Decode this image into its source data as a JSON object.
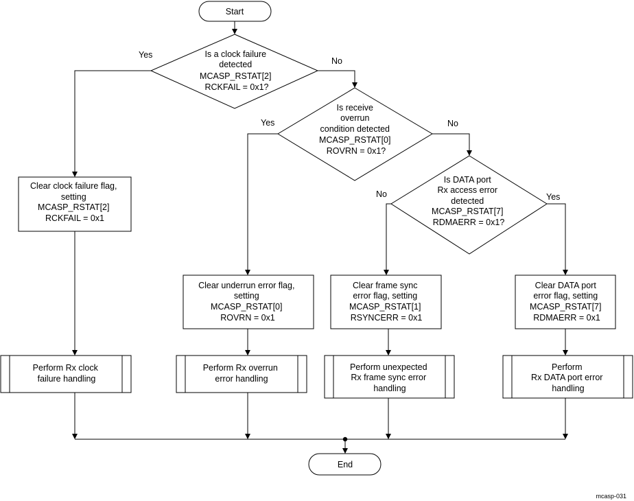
{
  "start": "Start",
  "end": "End",
  "figure_id": "mcasp-031",
  "decisions": {
    "clock_failure": [
      "Is a clock failure",
      "detected",
      "MCASP_RSTAT[2]",
      "RCKFAIL = 0x1?"
    ],
    "overrun": [
      "Is receive",
      "overrun",
      "condition detected",
      "MCASP_RSTAT[0]",
      "ROVRN = 0x1?"
    ],
    "data_port": [
      "Is DATA port",
      "Rx access  error",
      "detected",
      "MCASP_RSTAT[7]",
      "RDMAERR = 0x1?"
    ]
  },
  "branch_labels": {
    "clock_yes": "Yes",
    "clock_no": "No",
    "overrun_yes": "Yes",
    "overrun_no": "No",
    "data_no": "No",
    "data_yes": "Yes"
  },
  "processes": {
    "clear_clock": [
      "Clear clock failure flag,",
      "setting",
      "MCASP_RSTAT[2]",
      "RCKFAIL = 0x1"
    ],
    "clear_underrun": [
      "Clear underrun error flag,",
      "setting",
      "MCASP_RSTAT[0]",
      "ROVRN = 0x1"
    ],
    "clear_frame_sync": [
      "Clear frame sync",
      "error flag, setting",
      "MCASP_RSTAT[1]",
      "RSYNCERR = 0x1"
    ],
    "clear_data_port": [
      "Clear DATA port",
      "error flag, setting",
      "MCASP_RSTAT[7]",
      "RDMAERR = 0x1"
    ]
  },
  "handlers": {
    "clock": [
      "Perform Rx clock",
      "failure handling"
    ],
    "overrun": [
      "Perform Rx overrun",
      "error handling"
    ],
    "frame_sync": [
      "Perform unexpected",
      "Rx frame sync error",
      "handling"
    ],
    "data_port": [
      "Perform",
      "Rx DATA port error",
      "handling"
    ]
  }
}
